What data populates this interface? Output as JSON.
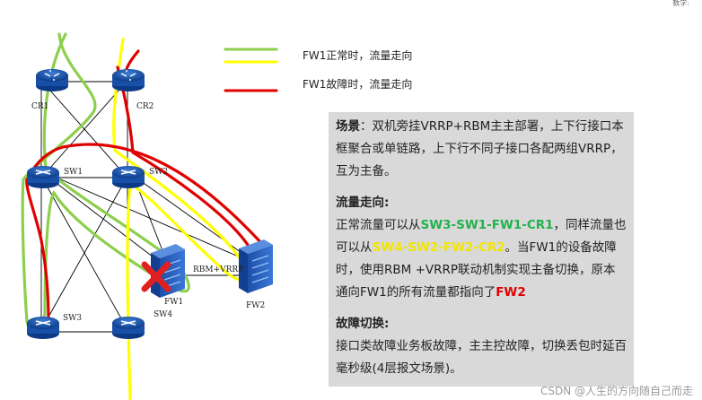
{
  "corner_text": "数学:",
  "nodes": {
    "cr1": "CR1",
    "cr2": "CR2",
    "sw1": "SW1",
    "sw2": "SW2",
    "sw3": "SW3",
    "sw4": "SW4",
    "fw1": "FW1",
    "fw2": "FW2"
  },
  "link_label": "RBM+VRRP",
  "legend": {
    "normal": "FW1正常时，流量走向",
    "fault": "FW1故障时，流量走向"
  },
  "colors": {
    "green": "#8ccf4d",
    "yellow": "#ffff00",
    "red": "#e00000",
    "box": "#d9d9d9"
  },
  "info": {
    "scene_title": "场景",
    "scene_text": "：双机旁挂VRRP+RBM主主部署，上下行接口本框聚合或单链路，上下行不同子接口各配两组VRRP，互为主备。",
    "flow_title": "流量走向:",
    "flow_p1": "正常流量可以从",
    "flow_path1": "SW3-SW1-FW1-CR1",
    "flow_p2": "，同样流量也可以从",
    "flow_path2": "SW4-SW2-FW2-CR2",
    "flow_p3": "。当FW1的设备故障时，使用RBM +VRRP联动机制实现主备切换，原本通向FW1的所有流量都指向了",
    "flow_target": "FW2",
    "failover_title": "故障切换:",
    "failover_text": "接口类故障业务板故障，主主控故障，切换丢包时延百毫秒级(4层报文场景)。"
  },
  "watermark": "CSDN @人生的方向随自己而走"
}
